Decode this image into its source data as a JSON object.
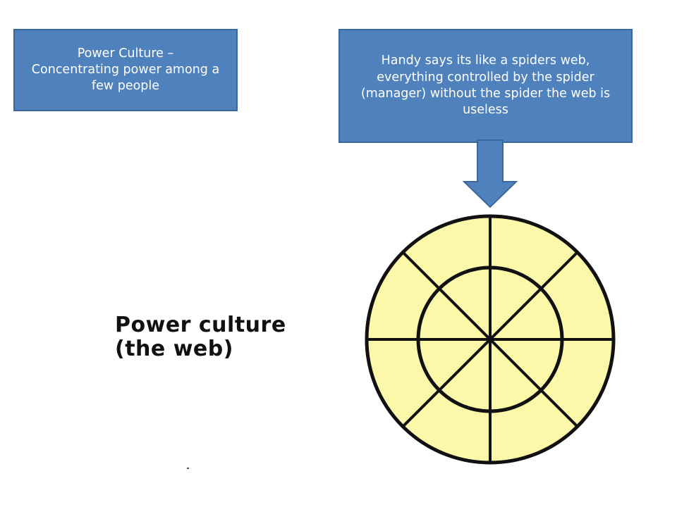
{
  "callouts": {
    "power_culture": {
      "line1": "Power Culture –",
      "line2": "Concentrating power among a",
      "line3": "few people"
    },
    "handy_spider": {
      "line1": "Handy says its like a spiders web,",
      "line2": "everything controlled by the spider",
      "line3": "(manager) without the spider the web is",
      "line4": "useless"
    }
  },
  "diagram": {
    "label_line1": "Power culture",
    "label_line2": "(the web)",
    "web_fill": "#fbf9a9",
    "web_stroke": "#111111",
    "arrow_fill": "#4f81bd",
    "arrow_stroke": "#3a679c",
    "spokes": 8,
    "rings": 2
  },
  "colors": {
    "callout_fill": "#4f81bd",
    "callout_border": "#3a679c",
    "callout_text": "#ffffff"
  }
}
